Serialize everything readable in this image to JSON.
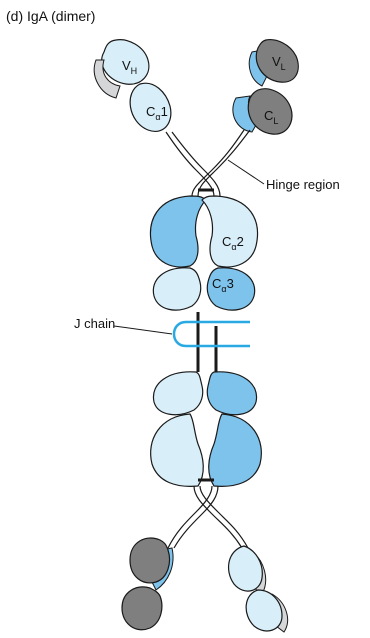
{
  "figure": {
    "title": "(d) IgA (dimer)",
    "callouts": {
      "hinge": "Hinge region",
      "jchain": "J chain"
    },
    "domains": {
      "vh_main": "V",
      "vh_sub": "H",
      "vl_main": "V",
      "vl_sub": "L",
      "ca1_main": "C",
      "ca1_sub": "α",
      "ca1_tail": "1",
      "cl_main": "C",
      "cl_sub": "L",
      "ca2_main": "C",
      "ca2_sub": "α",
      "ca2_tail": "2",
      "ca3_main": "C",
      "ca3_sub": "α",
      "ca3_tail": "3"
    },
    "colors": {
      "heavy_chain_light": "#d8eef8",
      "heavy_chain_mid": "#7ec3ec",
      "light_chain_pale": "#d4d6d8",
      "light_chain_dark": "#7f7f7f",
      "j_chain": "#29a9e1",
      "outline": "#1a1a1a"
    }
  }
}
